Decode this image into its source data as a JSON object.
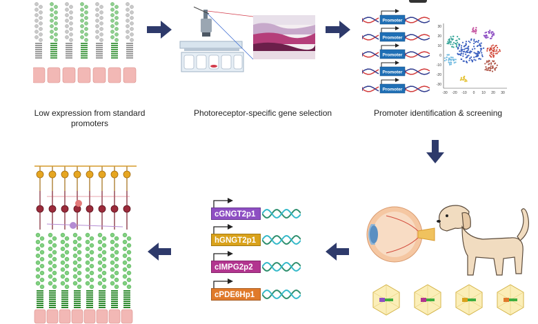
{
  "captions": {
    "step1": "Low expression from standard promoters",
    "step2": "Photoreceptor-specific gene selection",
    "step3": "Promoter identification & screening"
  },
  "promoter_box_label": "Promoter",
  "promoters": [
    {
      "label": "cGNGT2p1",
      "color": "#8e4fc3"
    },
    {
      "label": "hGNGT2p1",
      "color": "#d9a21b"
    },
    {
      "label": "cIMPG2p2",
      "color": "#b2358f"
    },
    {
      "label": "cPDE6Hp1",
      "color": "#e07a2a"
    }
  ],
  "scatter_axis": {
    "x_ticks": [
      "-30",
      "-20",
      "-10",
      "0",
      "10",
      "20",
      "30"
    ],
    "y_ticks": [
      "30",
      "20",
      "10",
      "0",
      "-10",
      "-20",
      "-30"
    ]
  },
  "colors": {
    "arrow": "#2e3a6b",
    "cell_body": "#f2b8b5",
    "green": "#3fae3f",
    "gray": "#b9b9b9"
  }
}
